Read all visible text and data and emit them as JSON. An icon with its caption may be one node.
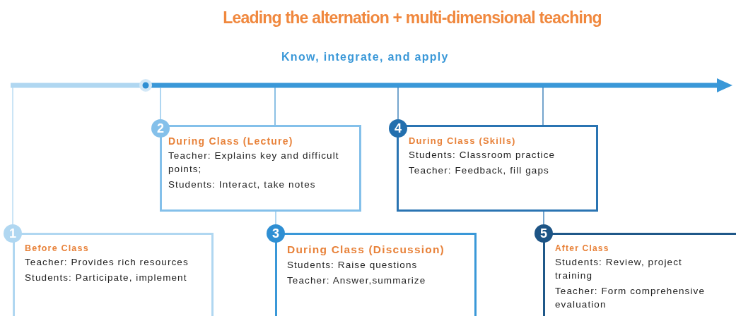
{
  "diagram": {
    "title": "Leading the alternation + multi-dimensional teaching",
    "nodes": [
      {
        "text": [
          "1"
        ]
      },
      {
        "text": [
          "Before Class",
          "Teacher: Provides rich resources",
          "Students: Participate, implement"
        ]
      },
      {
        "text": [
          "2"
        ]
      },
      {
        "text": [
          "During Class (Lecture)",
          "Teacher: Explains key and difficult points;",
          "Students: Interact, take notes"
        ]
      },
      {
        "text": [
          "3"
        ]
      },
      {
        "text": [
          "During Class (Discussion)",
          "Students: Raise questions",
          "Teacher: Answer,summarize"
        ]
      },
      {
        "text": [
          "4"
        ]
      },
      {
        "text": [
          "During Class (Skills)",
          "Students: Classroom practice",
          "Teacher: Feedback, fill gaps"
        ]
      },
      {
        "text": [
          "5"
        ]
      },
      {
        "text": [
          "After Class",
          "Students: Review, project training",
          "Teacher: Form comprehensive evaluation"
        ]
      }
    ],
    "edges": [
      {
        "from": null,
        "to": 0,
        "arrow": "none",
        "color": "#b0d7f1"
      },
      {
        "from": null,
        "to": 2,
        "arrow": "none",
        "color": "#84c0ea"
      },
      {
        "from": null,
        "to": 3,
        "arrow": "none",
        "color": "#4f9fd6"
      },
      {
        "from": 3,
        "to": 4,
        "arrow": "none",
        "color": "#84c0ea"
      },
      {
        "from": null,
        "to": 6,
        "arrow": "none",
        "color": "#2a74b2"
      },
      {
        "from": null,
        "to": 7,
        "arrow": "none",
        "color": "#2a74b2"
      },
      {
        "from": 7,
        "to": 8,
        "arrow": "none",
        "color": "#2a74b2"
      }
    ],
    "labels": [
      "Know, integrate, and apply"
    ]
  }
}
